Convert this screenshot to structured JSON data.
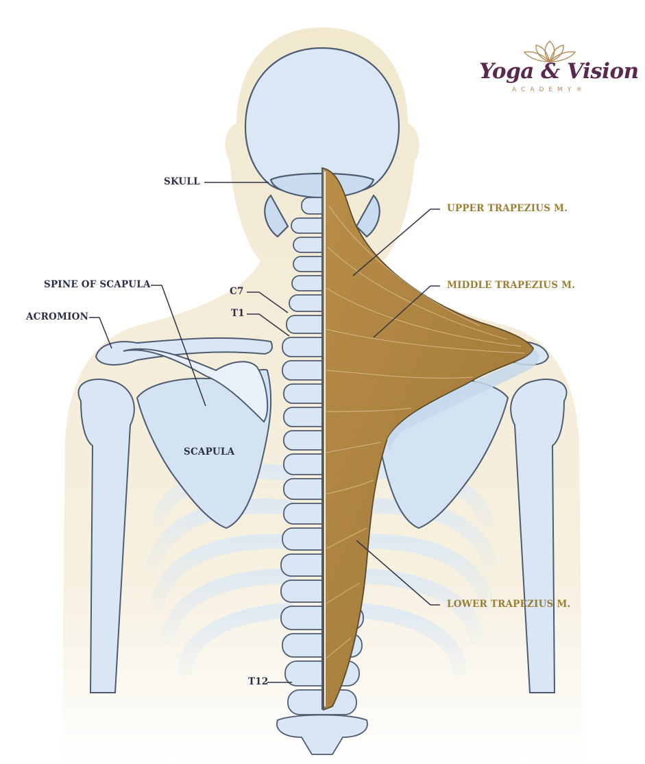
{
  "labels": {
    "skull": "SKULL",
    "spine_of_scapula": "SPINE OF SCAPULA",
    "acromion": "ACROMION",
    "c7": "C7",
    "t1": "T1",
    "scapula": "SCAPULA",
    "t12": "T12",
    "upper_trapezius": "UPPER TRAPEZIUS M.",
    "middle_trapezius": "MIDDLE TRAPEZIUS M.",
    "lower_trapezius": "LOWER TRAPEZIUS M."
  },
  "logo": {
    "name": "Yoga & Vision",
    "subtitle": "ACADEMY®",
    "icon": "lotus-icon"
  },
  "colors": {
    "bone": "#d9e7f4",
    "bone_outline": "#4d5a72",
    "muscle": "#a9803d",
    "body_silhouette": "#f2ead3",
    "label_dark": "#2b2f45",
    "label_gold": "#9c7d34",
    "logo_purple": "#5a2a4e",
    "logo_gold": "#b38a56"
  }
}
